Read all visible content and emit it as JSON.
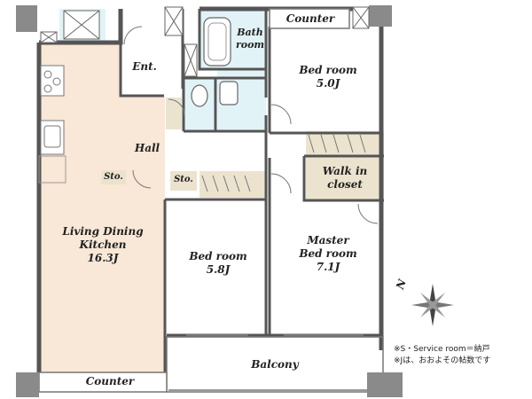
{
  "rooms": {
    "counter_top": "Counter",
    "bath": [
      "Bath",
      "room"
    ],
    "ent": "Ent.",
    "bed_upper": [
      "Bed room",
      "5.0J"
    ],
    "hall": "Hall",
    "sto_left": "Sto.",
    "sto_center": "Sto.",
    "walkin": [
      "Walk in",
      "closet"
    ],
    "ldk": [
      "Living Dining",
      "Kitchen",
      "16.3J"
    ],
    "bed_mid": [
      "Bed room",
      "5.8J"
    ],
    "master": [
      "Master",
      "Bed room",
      "7.1J"
    ],
    "balcony": "Balcony",
    "counter_bottom": "Counter"
  },
  "compass": {
    "label": "N"
  },
  "notes": [
    "※S・Service room＝納戸",
    "※Jは、おおよその帖数です"
  ],
  "colors": {
    "ldk_floor": "#f9e7d7",
    "wet_area": "#e2f3f7",
    "storage": "#ece3cf",
    "wall": "#555555",
    "pillar": "#8a8a8a"
  }
}
